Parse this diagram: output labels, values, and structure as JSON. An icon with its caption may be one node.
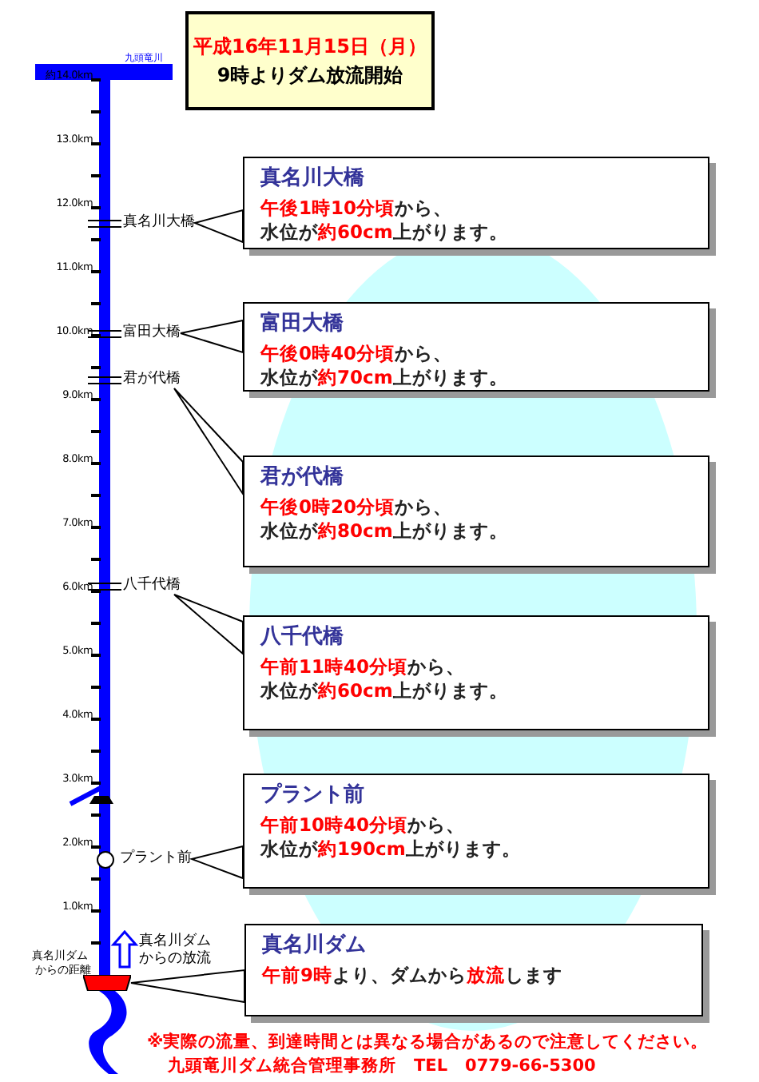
{
  "diagram": {
    "nodes": [
      {
        "text": [
          "平成16年11月15日（月）",
          "9時よりダム放流開始"
        ]
      },
      {
        "text": [
          "真名川大橋",
          "**午後1時10分頃**から、",
          "水位が**約60cm**上がります。"
        ]
      },
      {
        "text": [
          "富田大橋",
          "**午後0時40分頃**から、",
          "水位が**約70cm**上がります。"
        ]
      },
      {
        "text": [
          "君が代橋",
          "**午後0時20分頃**から、",
          "水位が**約80cm**上がります。"
        ]
      },
      {
        "text": [
          "八千代橋",
          "**午前11時40分頃**から、",
          "水位が**約60cm**上がります。"
        ]
      },
      {
        "text": [
          "プラント前",
          "**午前10時40分頃**から、",
          "水位が**約190cm**上がります。"
        ]
      },
      {
        "text": [
          "真名川ダム",
          "**午前9時**より、ダムから**放流**します"
        ]
      },
      {
        "text": [
          "真名川大橋"
        ]
      },
      {
        "text": [
          "富田大橋"
        ]
      },
      {
        "text": [
          "君が代橋"
        ]
      },
      {
        "text": [
          "八千代橋"
        ]
      },
      {
        "text": [
          "プラント前"
        ]
      },
      {
        "text": [],
        "shape": "box"
      }
    ],
    "edges": [
      {
        "from": 1,
        "to": 7,
        "arrow": "to"
      },
      {
        "from": 2,
        "to": 8,
        "arrow": "to"
      },
      {
        "from": 3,
        "to": 9,
        "arrow": "to"
      },
      {
        "from": 4,
        "to": 10,
        "arrow": "to"
      },
      {
        "from": 5,
        "to": 11,
        "arrow": "to"
      },
      {
        "from": 6,
        "to": 12,
        "arrow": "to"
      }
    ],
    "labels": [
      "九頭竜川",
      "約14.0km",
      "13.0km",
      "12.0km",
      "11.0km",
      "10.0km",
      "9.0km",
      "8.0km",
      "7.0km",
      "6.0km",
      "5.0km",
      "4.0km",
      "3.0km",
      "2.0km",
      "1.0km",
      "真名川ダム",
      "からの放流",
      "真名川ダム",
      "からの距離",
      "※実際の流量、到達時間とは異なる場合があるので注意してください。",
      "九頭竜川ダム統合管理事務所　TEL　0779-66-5300"
    ]
  }
}
